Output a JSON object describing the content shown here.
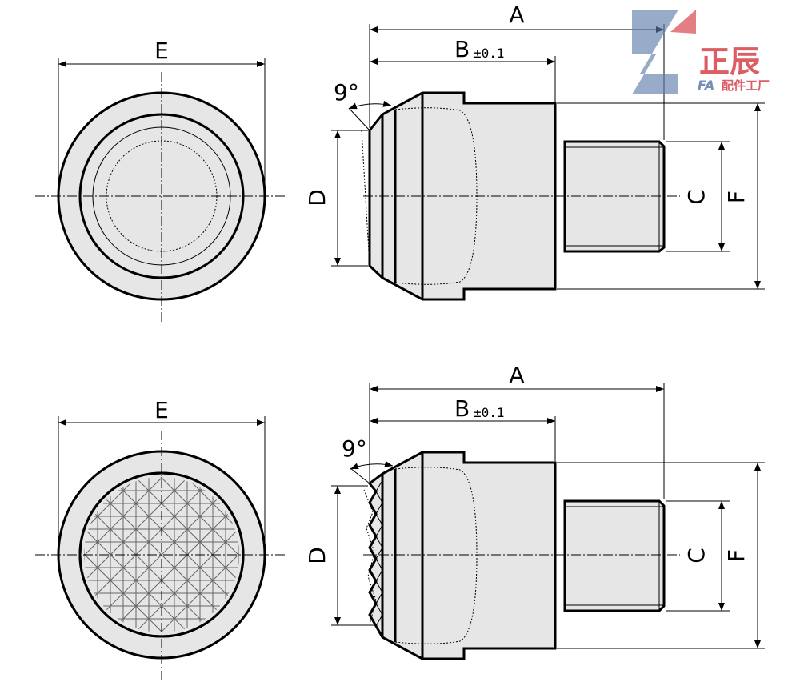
{
  "dimensions": {
    "A": "A",
    "B": "B",
    "B_tolerance": "±0.1",
    "C": "C",
    "D": "D",
    "E": "E",
    "F": "F",
    "angle": "9°"
  },
  "logo": {
    "name": "正辰",
    "fa": "FA",
    "subtitle": "配件工厂",
    "colors": {
      "red": "#d7424b",
      "blue": "#5d7ca9"
    }
  },
  "views": [
    {
      "name": "smooth-tip-variant"
    },
    {
      "name": "knurled-tip-variant"
    }
  ]
}
